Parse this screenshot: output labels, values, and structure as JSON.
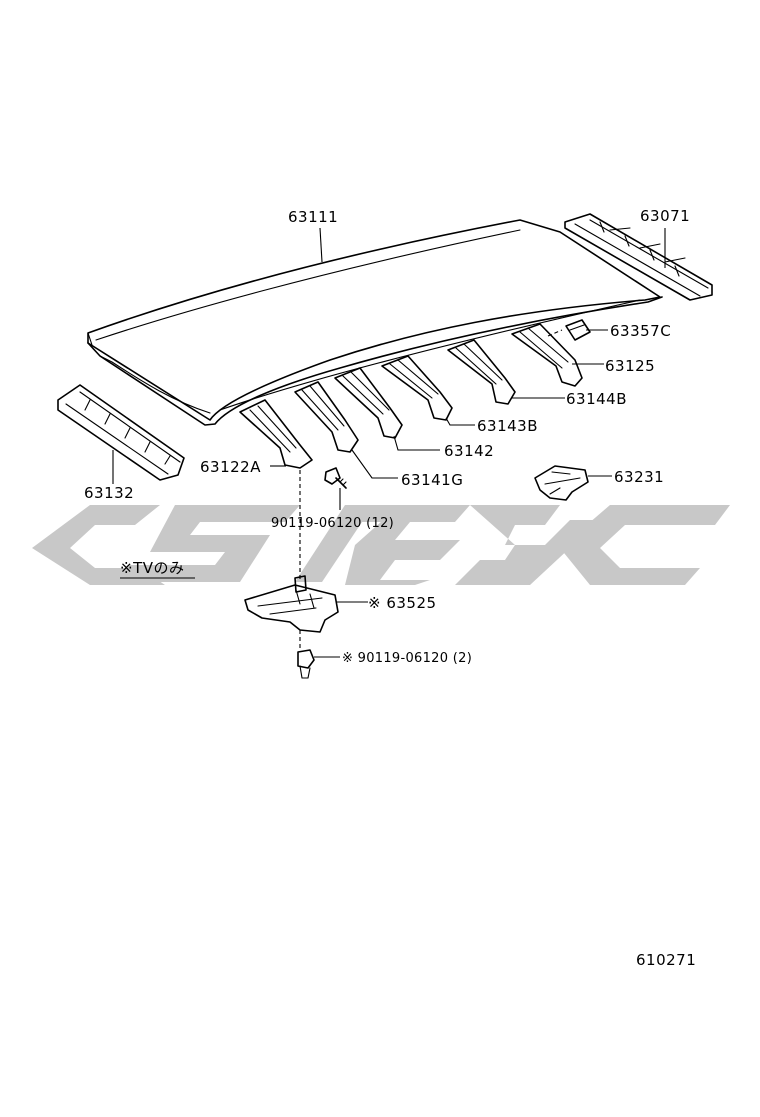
{
  "labels": {
    "roof_panel": "63111",
    "rear_header": "63071",
    "front_header": "63132",
    "bracket_63357c": "63357C",
    "bow_63125": "63125",
    "bow_63144b": "63144B",
    "bow_63143b": "63143B",
    "bow_63142": "63142",
    "bow_63141g": "63141G",
    "bow_63122a": "63122A",
    "bracket_63231": "63231",
    "bolt_main": "90119-06120 (12)",
    "tv_note": "※TVのみ",
    "bracket_63525": "※ 63525",
    "bolt_tv": "※ 90119-06120 (2)",
    "diagram_code": "610271"
  },
  "watermark": {
    "color": "#c8c8c8"
  }
}
